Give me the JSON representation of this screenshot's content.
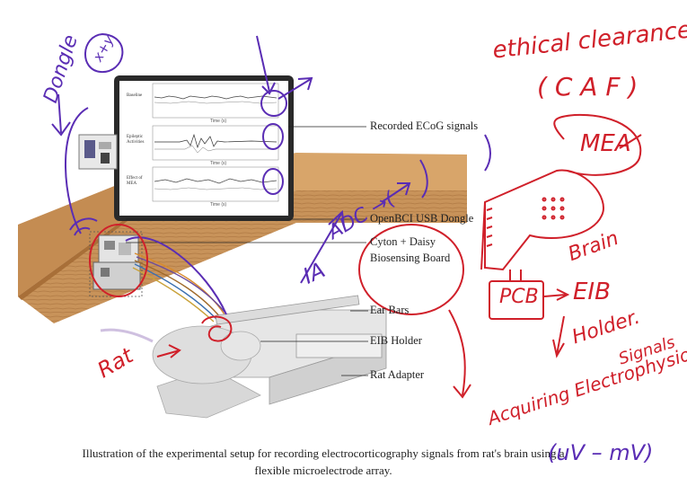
{
  "tablet": {
    "panels": [
      "Baseline",
      "Epileptic Activities",
      "Effect of MEA"
    ],
    "time_axis": "Time (s)"
  },
  "labels": {
    "recorded_ecog": "Recorded ECoG signals",
    "usb_dongle": "OpenBCI USB Dongle",
    "cyton_daisy": "Cyton + Daisy",
    "biosensing_board": "Biosensing Board",
    "ear_bars": "Ear Bars",
    "eib_holder": "EIB Holder",
    "rat_adapter": "Rat Adapter"
  },
  "caption": {
    "line1": "Illustration of the experimental setup for recording electrocorticography signals from rat's brain using a",
    "line2": "flexible microelectrode array."
  },
  "handwriting": {
    "dongle": "Dongle",
    "circled_symbol": "x+y",
    "ethical_clearance": "ethical clearance",
    "caf": "( C A F )",
    "mea": "MEA",
    "adc": "ADC →(",
    "ia": "IA",
    "brain": "Brain",
    "pcb": "PCB",
    "eib": "EIB",
    "holder": "Holder.",
    "rat": "Rat",
    "acquiring": "Acquiring Electrophysiological",
    "signals": "Signals",
    "uv_mv": "(uV – mV)"
  },
  "colors": {
    "purple_ink": "#5a2db4",
    "red_ink": "#d0202a",
    "table_wood": "#c8935a"
  }
}
